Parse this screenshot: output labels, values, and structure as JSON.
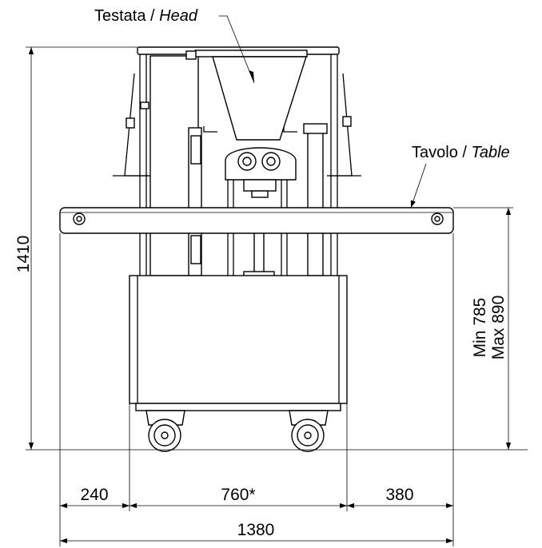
{
  "labels": {
    "head_it": "Testata / ",
    "head_en": "Head",
    "table_it": "Tavolo / ",
    "table_en": "Table"
  },
  "dimensions": {
    "height_total": "1410",
    "table_min": "Min 785",
    "table_max": "Max 890",
    "left_overhang": "240",
    "frame_width": "760*",
    "right_overhang": "380",
    "overall_width": "1380"
  },
  "colors": {
    "line": "#000000",
    "background": "#ffffff"
  }
}
